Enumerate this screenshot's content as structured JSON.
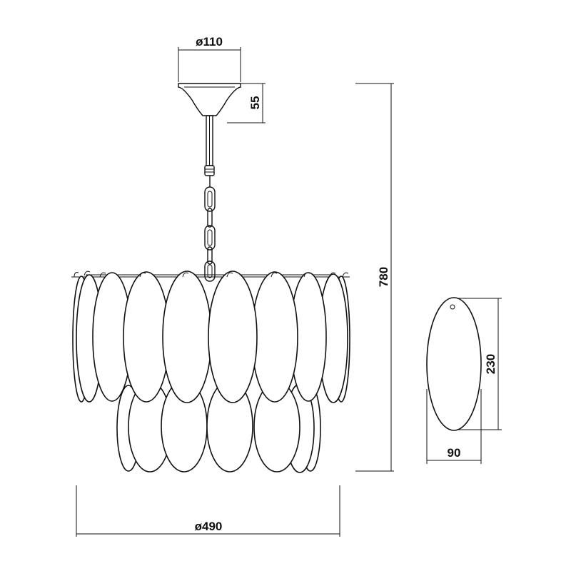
{
  "dimensions": {
    "canopy_diameter": "ø110",
    "canopy_height": "55",
    "total_height": "780",
    "overall_diameter": "ø490",
    "disc_height": "230",
    "disc_width": "90"
  }
}
